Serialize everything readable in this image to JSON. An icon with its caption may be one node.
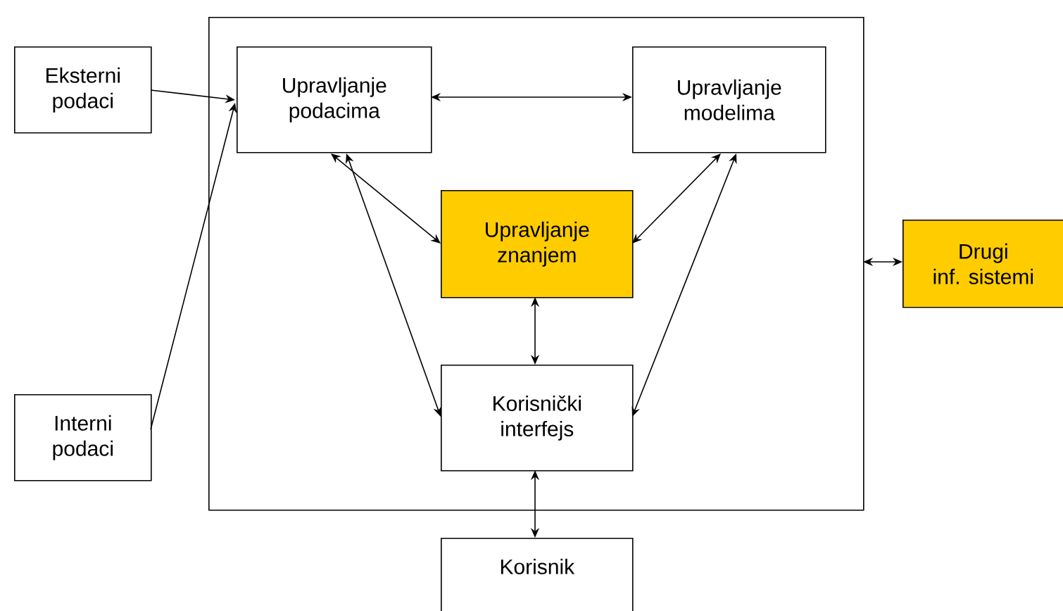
{
  "diagram": {
    "nodes": [
      {
        "text": [],
        "shape": "box"
      },
      {
        "text": [
          "Eksterni podaci"
        ]
      },
      {
        "text": [
          "Interni podaci"
        ]
      },
      {
        "text": [
          "Upravljanje podacima"
        ],
        "in": 0
      },
      {
        "text": [
          "Upravljanje modelima"
        ],
        "in": 0
      },
      {
        "text": [
          "Upravljanje znanjem"
        ],
        "in": 0
      },
      {
        "text": [
          "Korisnički interfejs"
        ],
        "in": 0
      },
      {
        "text": [
          "Drugi inf. sistemi"
        ]
      },
      {
        "text": [
          "Korisnik"
        ]
      }
    ],
    "edges": [
      {
        "from": 1,
        "to": 3,
        "arrow": "to"
      },
      {
        "from": 2,
        "to": 3,
        "arrow": "to"
      },
      {
        "from": 3,
        "to": 4,
        "arrow": "both"
      },
      {
        "from": 3,
        "to": 5,
        "arrow": "both"
      },
      {
        "from": 4,
        "to": 5,
        "arrow": "both"
      },
      {
        "from": 3,
        "to": 6,
        "arrow": "both"
      },
      {
        "from": 4,
        "to": 6,
        "arrow": "both"
      },
      {
        "from": 5,
        "to": 6,
        "arrow": "both"
      },
      {
        "from": 0,
        "to": 7,
        "arrow": "both"
      },
      {
        "from": 6,
        "to": 8,
        "arrow": "both"
      }
    ]
  }
}
